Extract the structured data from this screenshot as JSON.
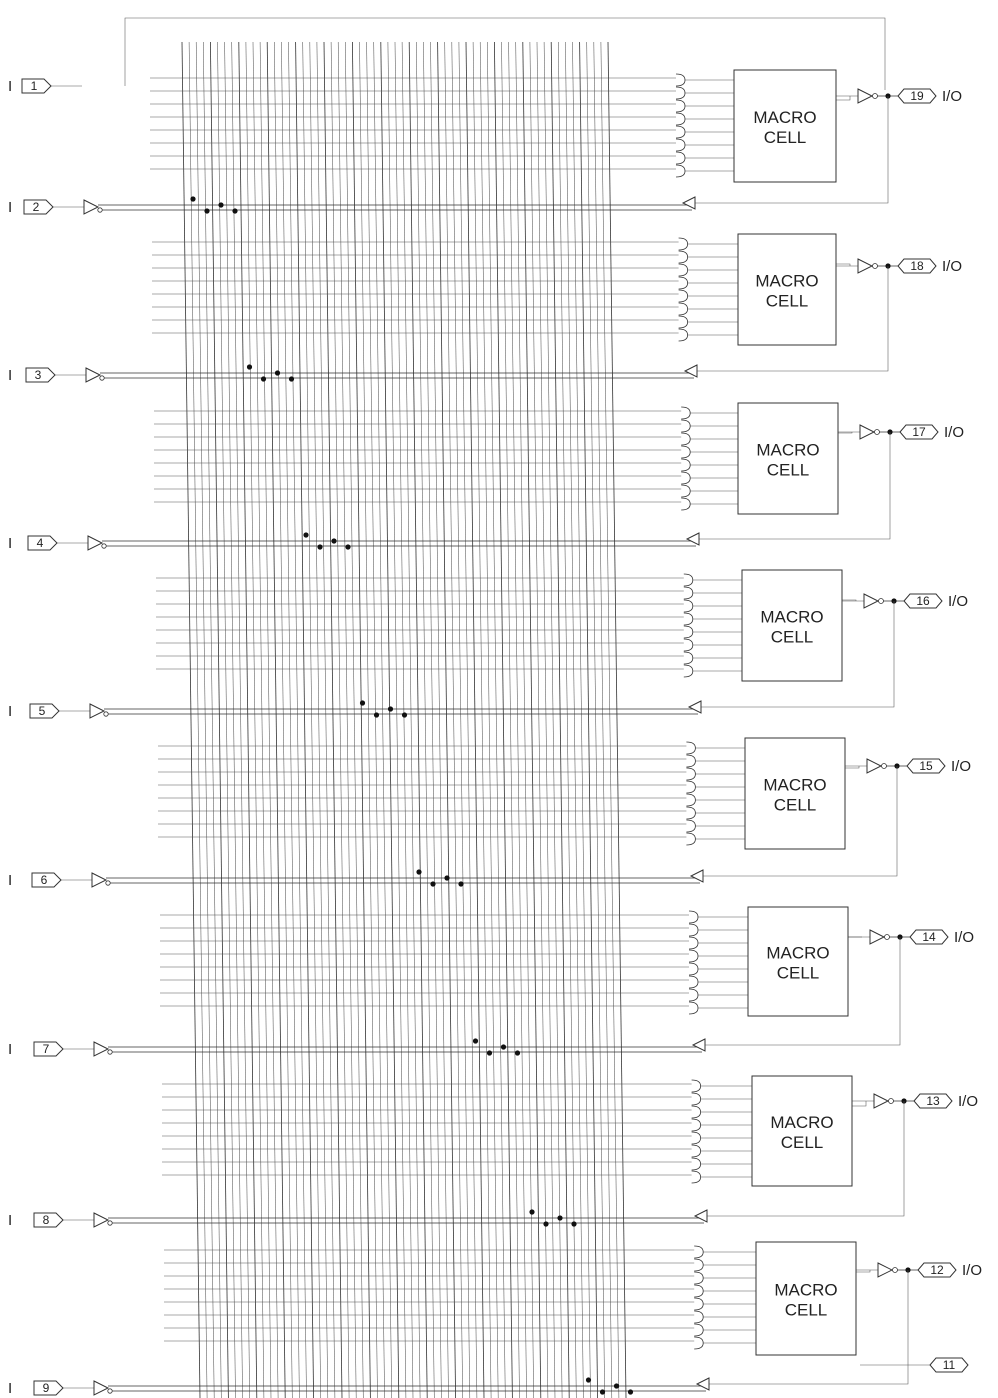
{
  "inputs": [
    {
      "prefix": "I",
      "pin": "1"
    },
    {
      "prefix": "I",
      "pin": "2"
    },
    {
      "prefix": "I",
      "pin": "3"
    },
    {
      "prefix": "I",
      "pin": "4"
    },
    {
      "prefix": "I",
      "pin": "5"
    },
    {
      "prefix": "I",
      "pin": "6"
    },
    {
      "prefix": "I",
      "pin": "7"
    },
    {
      "prefix": "I",
      "pin": "8"
    },
    {
      "prefix": "I",
      "pin": "9"
    }
  ],
  "outputs": [
    {
      "pin": "19",
      "suffix": "I/O",
      "cell_line1": "MACRO",
      "cell_line2": "CELL"
    },
    {
      "pin": "18",
      "suffix": "I/O",
      "cell_line1": "MACRO",
      "cell_line2": "CELL"
    },
    {
      "pin": "17",
      "suffix": "I/O",
      "cell_line1": "MACRO",
      "cell_line2": "CELL"
    },
    {
      "pin": "16",
      "suffix": "I/O",
      "cell_line1": "MACRO",
      "cell_line2": "CELL"
    },
    {
      "pin": "15",
      "suffix": "I/O",
      "cell_line1": "MACRO",
      "cell_line2": "CELL"
    },
    {
      "pin": "14",
      "suffix": "I/O",
      "cell_line1": "MACRO",
      "cell_line2": "CELL"
    },
    {
      "pin": "13",
      "suffix": "I/O",
      "cell_line1": "MACRO",
      "cell_line2": "CELL"
    },
    {
      "pin": "12",
      "suffix": "I/O",
      "cell_line1": "MACRO",
      "cell_line2": "CELL"
    }
  ],
  "extra_pin": {
    "pin": "11"
  }
}
